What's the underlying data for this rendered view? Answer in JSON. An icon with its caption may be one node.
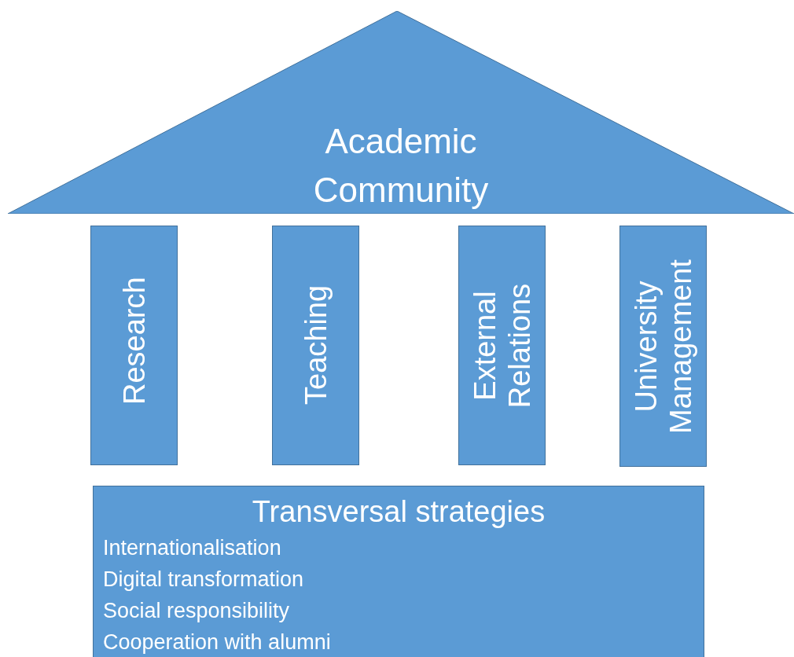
{
  "diagram": {
    "nodes": [
      {
        "text": [
          "Academic Community"
        ]
      },
      {
        "text": [
          "Research"
        ]
      },
      {
        "text": [
          "Teaching"
        ]
      },
      {
        "text": [
          "External Relations"
        ]
      },
      {
        "text": [
          "University Management"
        ]
      },
      {
        "text": [
          "Transversal strategies",
          "Internationalisation",
          "Digital transformation",
          "Social responsibility",
          "Cooperation with alumni"
        ]
      }
    ],
    "edges": []
  }
}
